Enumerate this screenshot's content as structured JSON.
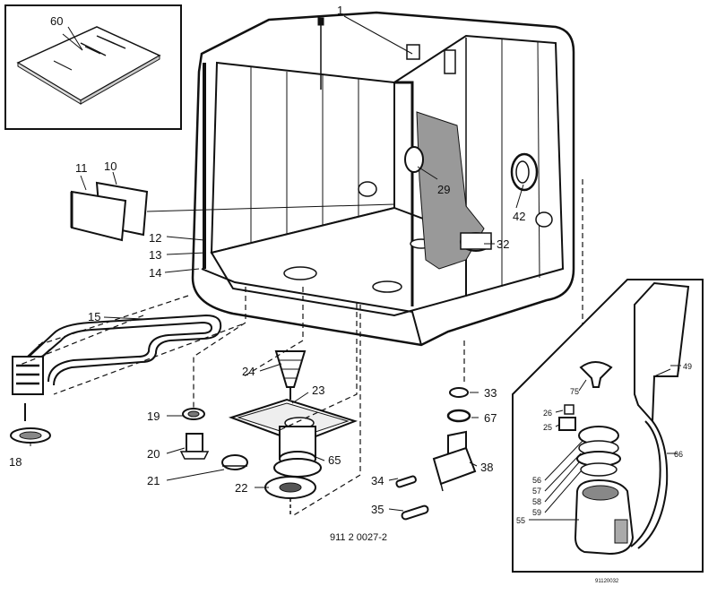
{
  "drawing_number": "911 2 0027-2",
  "inset_number": "91120032",
  "manual_text": "60",
  "callouts": [
    {
      "id": "1",
      "label": "1"
    },
    {
      "id": "10",
      "label": "10"
    },
    {
      "id": "11",
      "label": "11"
    },
    {
      "id": "12",
      "label": "12"
    },
    {
      "id": "13",
      "label": "13"
    },
    {
      "id": "14",
      "label": "14"
    },
    {
      "id": "15",
      "label": "15"
    },
    {
      "id": "18",
      "label": "18"
    },
    {
      "id": "19",
      "label": "19"
    },
    {
      "id": "20",
      "label": "20"
    },
    {
      "id": "21",
      "label": "21"
    },
    {
      "id": "22",
      "label": "22"
    },
    {
      "id": "23",
      "label": "23"
    },
    {
      "id": "24",
      "label": "24"
    },
    {
      "id": "29",
      "label": "29"
    },
    {
      "id": "32",
      "label": "32"
    },
    {
      "id": "33",
      "label": "33"
    },
    {
      "id": "34",
      "label": "34"
    },
    {
      "id": "35",
      "label": "35"
    },
    {
      "id": "38",
      "label": "38"
    },
    {
      "id": "42",
      "label": "42"
    },
    {
      "id": "65",
      "label": "65"
    },
    {
      "id": "67",
      "label": "67"
    }
  ],
  "inset_callouts": [
    {
      "id": "25",
      "label": "25"
    },
    {
      "id": "26",
      "label": "26"
    },
    {
      "id": "49",
      "label": "49"
    },
    {
      "id": "55",
      "label": "55"
    },
    {
      "id": "56",
      "label": "56"
    },
    {
      "id": "57",
      "label": "57"
    },
    {
      "id": "58",
      "label": "58"
    },
    {
      "id": "59",
      "label": "59"
    },
    {
      "id": "66",
      "label": "66"
    },
    {
      "id": "75",
      "label": "75"
    }
  ]
}
